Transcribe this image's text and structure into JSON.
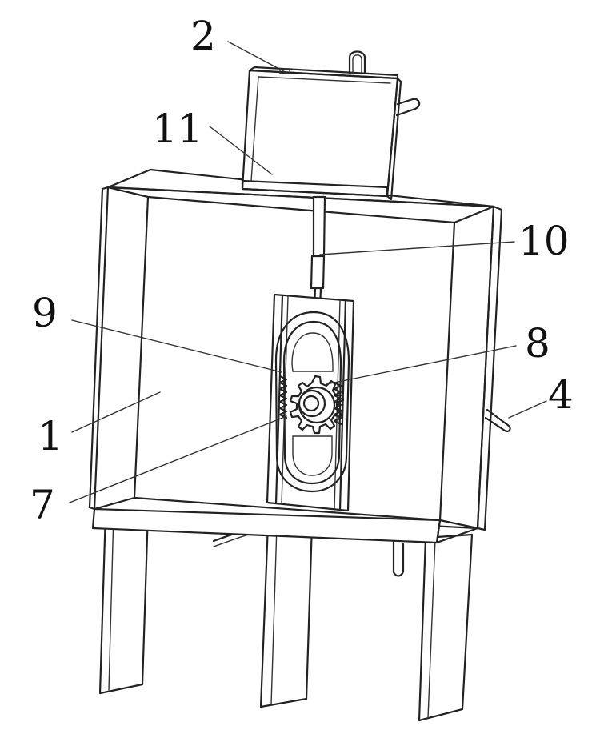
{
  "figure": {
    "labels": {
      "l1": "1",
      "l2": "2",
      "l4": "4",
      "l7": "7",
      "l8": "8",
      "l9": "9",
      "l10": "10",
      "l11": "11"
    }
  }
}
